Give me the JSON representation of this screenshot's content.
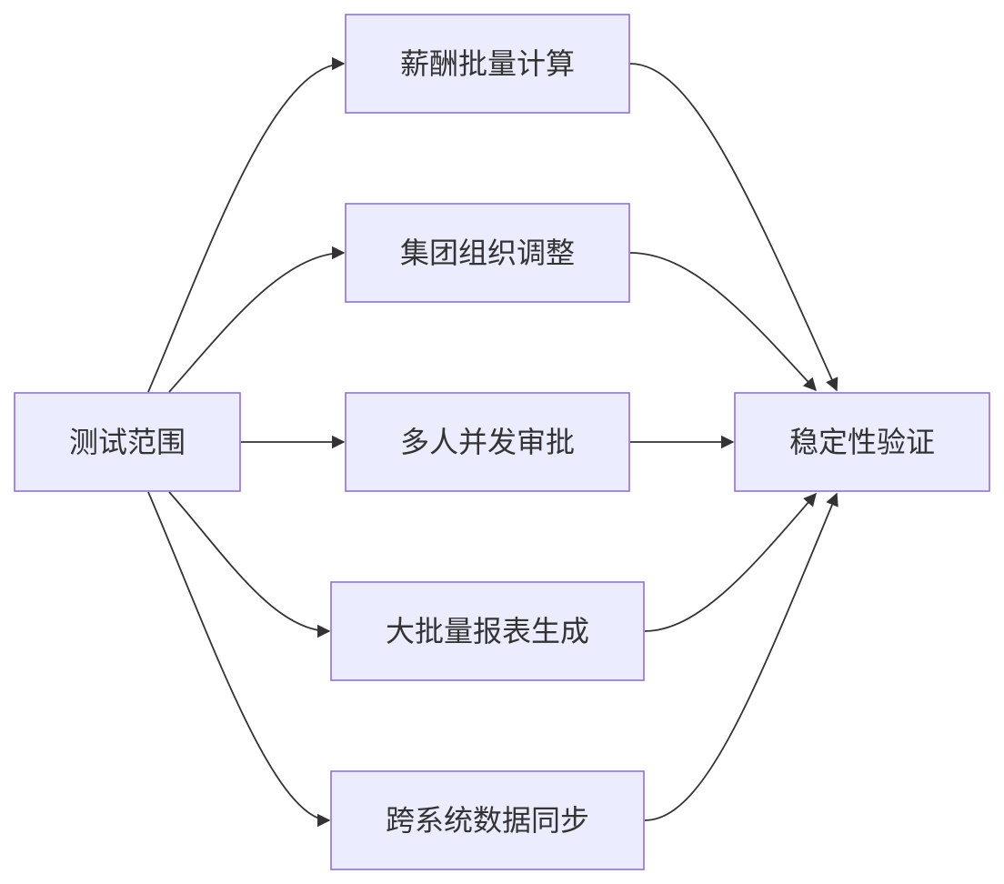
{
  "diagram": {
    "type": "flowchart",
    "direction": "LR",
    "colors": {
      "node_fill": "#ececff",
      "node_border": "#9370db",
      "text": "#333333",
      "edge": "#333333"
    },
    "nodes": {
      "scope": {
        "label": "测试范围"
      },
      "payroll": {
        "label": "薪酬批量计算"
      },
      "org": {
        "label": "集团组织调整"
      },
      "approval": {
        "label": "多人并发审批"
      },
      "report": {
        "label": "大批量报表生成"
      },
      "sync": {
        "label": "跨系统数据同步"
      },
      "stability": {
        "label": "稳定性验证"
      }
    },
    "edges": [
      {
        "from": "scope",
        "to": "payroll"
      },
      {
        "from": "scope",
        "to": "org"
      },
      {
        "from": "scope",
        "to": "approval"
      },
      {
        "from": "scope",
        "to": "report"
      },
      {
        "from": "scope",
        "to": "sync"
      },
      {
        "from": "payroll",
        "to": "stability"
      },
      {
        "from": "org",
        "to": "stability"
      },
      {
        "from": "approval",
        "to": "stability"
      },
      {
        "from": "report",
        "to": "stability"
      },
      {
        "from": "sync",
        "to": "stability"
      }
    ]
  }
}
